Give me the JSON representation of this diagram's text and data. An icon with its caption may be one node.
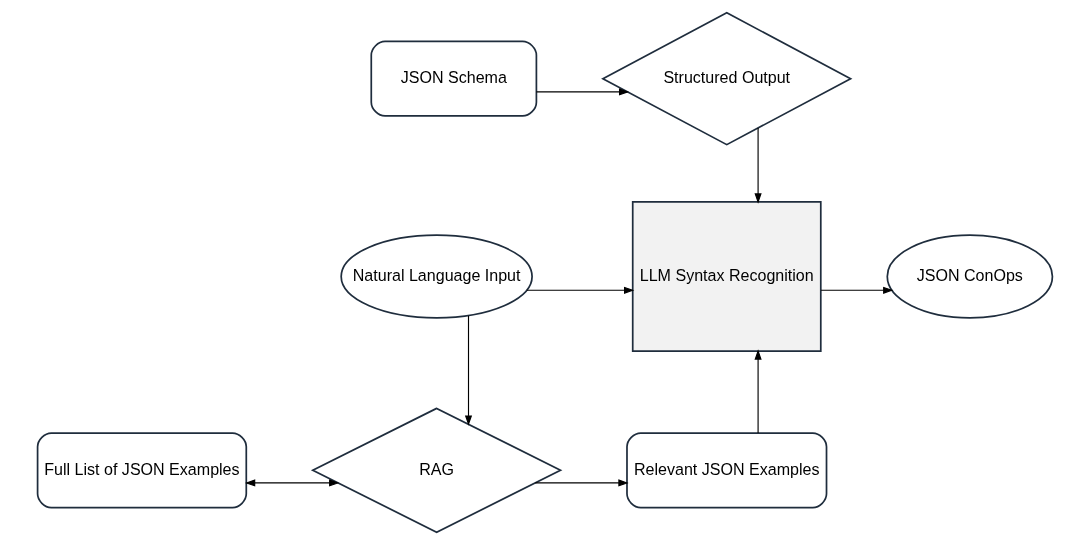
{
  "diagram": {
    "nodes": [
      {
        "text": [
          "JSON Schema"
        ]
      },
      {
        "text": [
          "Structured Output"
        ]
      },
      {
        "text": [
          "Natural Language Input"
        ]
      },
      {
        "text": [
          "LLM Syntax Recognition"
        ]
      },
      {
        "text": [
          "JSON ConOps"
        ]
      },
      {
        "text": [
          "Full List of JSON Examples"
        ]
      },
      {
        "text": [
          "RAG"
        ]
      },
      {
        "text": [
          "Relevant JSON Examples"
        ]
      }
    ],
    "edges": [
      {
        "from": 0,
        "to": 1,
        "arrow": "to"
      },
      {
        "from": 1,
        "to": 3,
        "arrow": "to"
      },
      {
        "from": 2,
        "to": 3,
        "arrow": "to"
      },
      {
        "from": 3,
        "to": 4,
        "arrow": "to"
      },
      {
        "from": 2,
        "to": 6,
        "arrow": "to"
      },
      {
        "from": 5,
        "to": 6,
        "arrow": "both"
      },
      {
        "from": 6,
        "to": 7,
        "arrow": "to"
      },
      {
        "from": 7,
        "to": 3,
        "arrow": "to"
      }
    ]
  }
}
